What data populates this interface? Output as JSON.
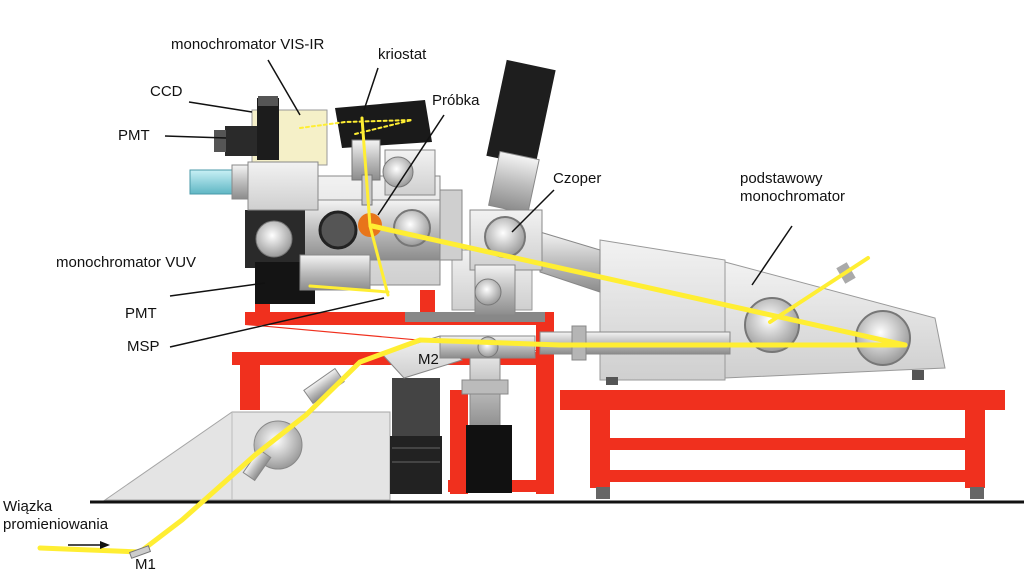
{
  "labels": {
    "monochromator_vis_ir": "monochromator VIS-IR",
    "kriostat": "kriostat",
    "ccd": "CCD",
    "probka": "Próbka",
    "pmt_top": "PMT",
    "czoper": "Czoper",
    "podstawowy_line1": "podstawowy",
    "podstawowy_line2": "monochromator",
    "monochromator_vuv": "monochromator VUV",
    "pmt_bottom": "PMT",
    "msp": "MSP",
    "m2": "M2",
    "wiazka_line1": "Wiązka",
    "wiazka_line2": "promieniowania",
    "m1": "M1"
  },
  "colors": {
    "frame": "#f0301e",
    "beam": "#ffee33",
    "housing": "#e2e2e2",
    "dark": "#1a1a1a",
    "cyan": "#8fd8e2",
    "floor": "#111111"
  }
}
